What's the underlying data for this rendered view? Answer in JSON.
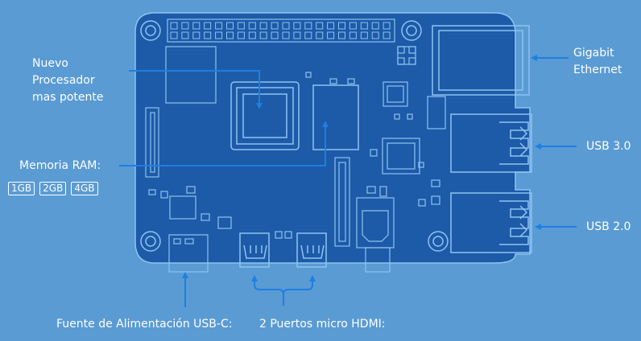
{
  "labels": {
    "processor": [
      "Nuevo",
      "Procesador",
      "mas potente"
    ],
    "ram": "Memoria RAM:",
    "ram_options": [
      "1GB",
      "2GB",
      "4GB"
    ],
    "ethernet": [
      "Gigabit",
      "Ethernet"
    ],
    "usb3": "USB 3.0",
    "usb2": "USB 2.0",
    "power": "Fuente de Alimentación USB-C:",
    "hdmi": "2 Puertos micro HDMI:"
  },
  "colors": {
    "background": "#5a9bd4",
    "board": "#1d5aa8",
    "outline": "#8ec3f0",
    "arrow": "#1e7fe0",
    "text": "#ffffff"
  }
}
